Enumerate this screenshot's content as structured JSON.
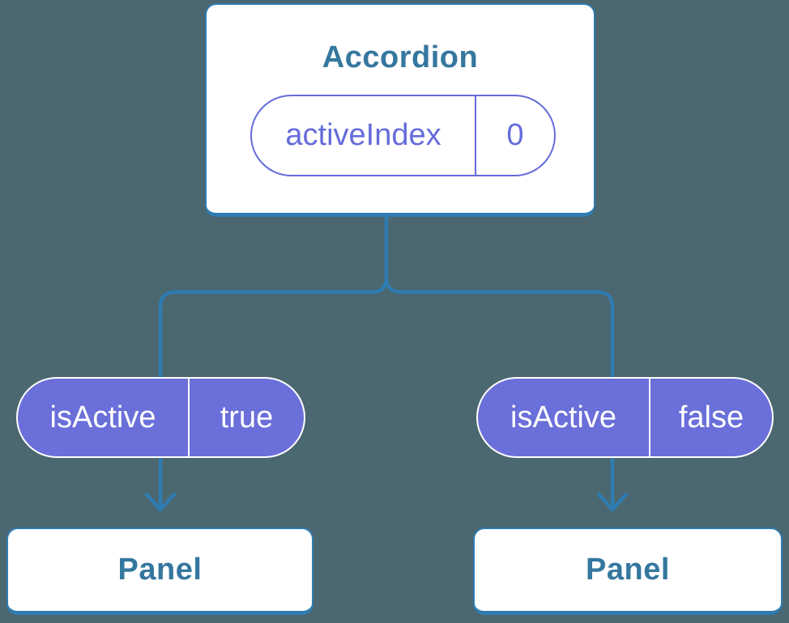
{
  "diagram": {
    "background_color": "#4B6770",
    "connector_color": "#2E7CB1",
    "node_title_color": "#35779F",
    "pill_fill_color": "#6A6FD9",
    "pill_accent_color": "#666CDB",
    "root": {
      "title": "Accordion",
      "state_pill": {
        "label": "activeIndex",
        "value": "0"
      }
    },
    "children": [
      {
        "prop_pill": {
          "label": "isActive",
          "value": "true"
        },
        "title": "Panel"
      },
      {
        "prop_pill": {
          "label": "isActive",
          "value": "false"
        },
        "title": "Panel"
      }
    ]
  }
}
